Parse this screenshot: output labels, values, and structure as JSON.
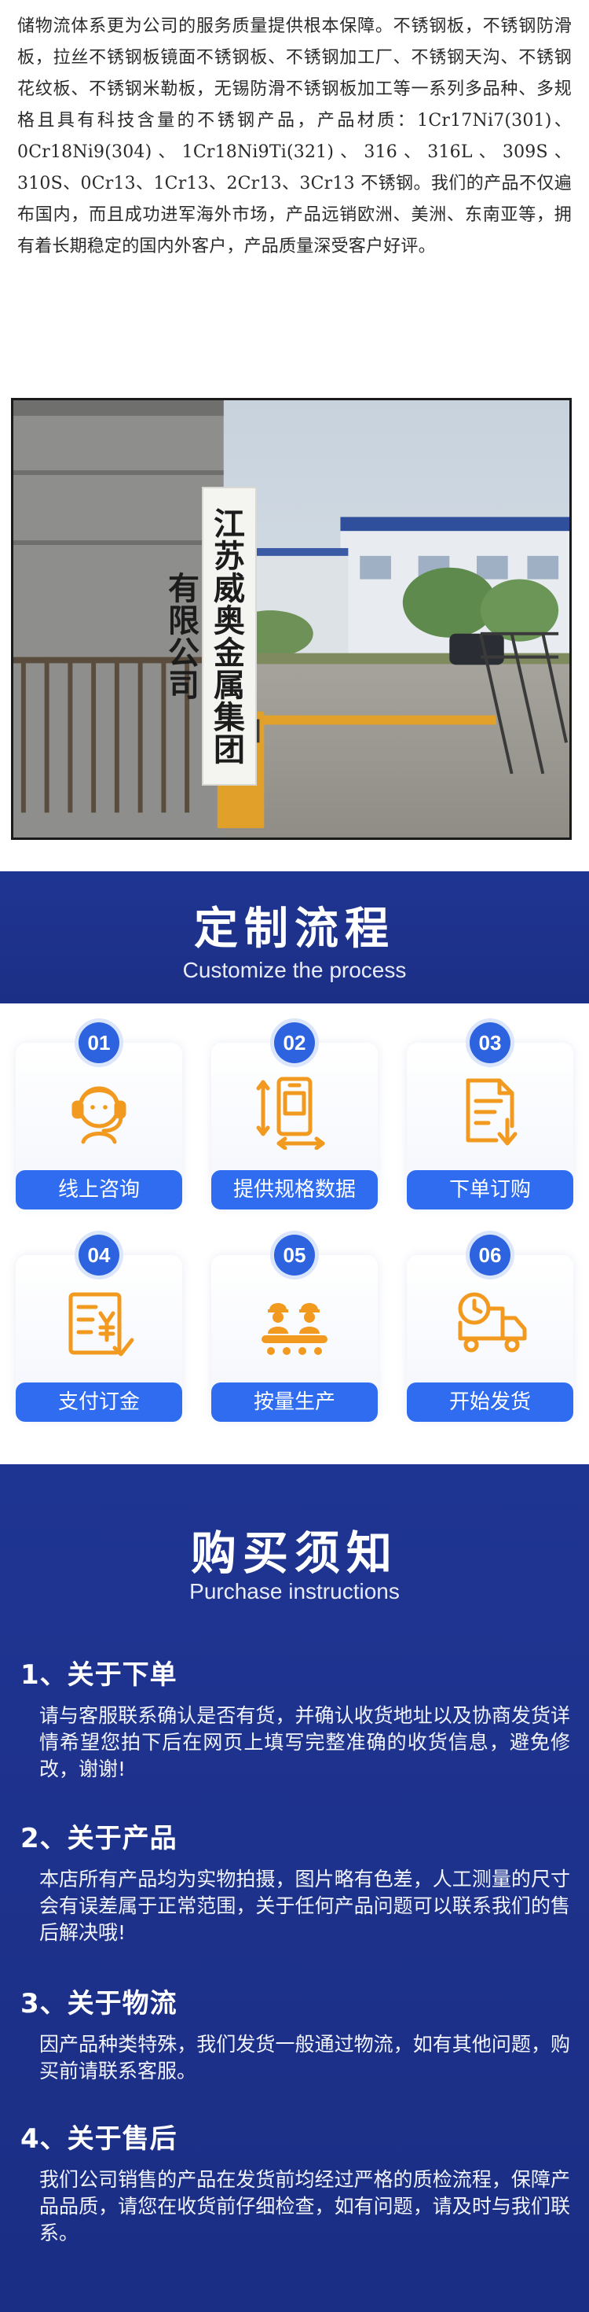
{
  "intro": {
    "text": "储物流体系更为公司的服务质量提供根本保障。不锈钢板，不锈钢防滑板，拉丝不锈钢板镜面不锈钢板、不锈钢加工厂、不锈钢天沟、不锈钢花纹板、不锈钢米勒板，无锡防滑不锈钢板加工等一系列多品种、多规格且具有科技含量的不锈钢产品，产品材质：1Cr17Ni7(301)、0Cr18Ni9(304)、1Cr18Ni9Ti(321)、316、316L、309S、310S、0Cr13、1Cr13、2Cr13、3Cr13 不锈钢。我们的产品不仅遍布国内，而且成功进军海外市场，产品远销欧洲、美洲、东南亚等，拥有着长期稳定的国内外客户，产品质量深受客户好评。"
  },
  "photo": {
    "sign": "江苏威奥金属集团有限公司"
  },
  "process": {
    "title": "定制流程",
    "subtitle": "Customize the process",
    "steps": [
      {
        "num": "01",
        "label": "线上咨询",
        "icon": "headset-agent-icon"
      },
      {
        "num": "02",
        "label": "提供规格数据",
        "icon": "mobile-specs-icon"
      },
      {
        "num": "03",
        "label": "下单订购",
        "icon": "order-document-icon"
      },
      {
        "num": "04",
        "label": "支付订金",
        "icon": "payment-invoice-icon"
      },
      {
        "num": "05",
        "label": "按量生产",
        "icon": "factory-workers-icon"
      },
      {
        "num": "06",
        "label": "开始发货",
        "icon": "delivery-truck-icon"
      }
    ]
  },
  "purchase": {
    "title": "购买须知",
    "subtitle": "Purchase instructions",
    "items": [
      {
        "head": "1、关于下单",
        "body": "请与客服联系确认是否有货，并确认收货地址以及协商发货详情希望您拍下后在网页上填写完整准确的收货信息，避免修改，谢谢!"
      },
      {
        "head": "2、关于产品",
        "body": "本店所有产品均为实物拍摄，图片略有色差，人工测量的尺寸会有误差属于正常范围，关于任何产品问题可以联系我们的售后解决哦!"
      },
      {
        "head": "3、关于物流",
        "body": "因产品种类特殊，我们发货一般通过物流，如有其他问题，购买前请联系客服。"
      },
      {
        "head": "4、关于售后",
        "body": "我们公司销售的产品在发货前均经过严格的质检流程，保障产品品质，请您在收货前仔细检查，如有问题，请及时与我们联系。"
      }
    ]
  },
  "colors": {
    "band": "#1f3592",
    "accent": "#2f6cf0",
    "icon": "#f29a1f"
  }
}
